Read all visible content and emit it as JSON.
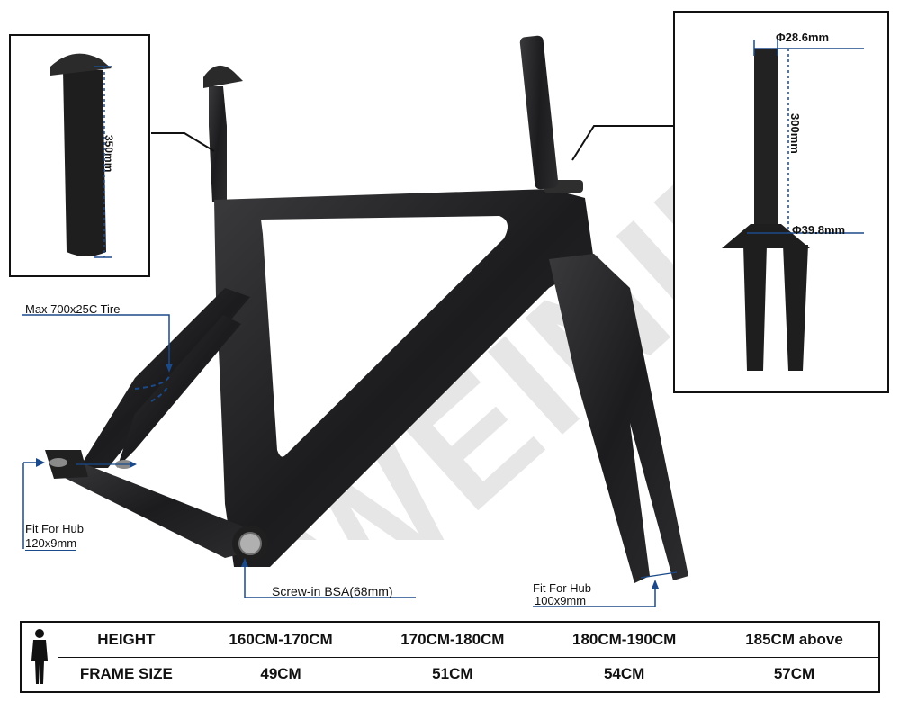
{
  "watermark": "WEINIER",
  "seatpost_inset": {
    "length_label": "350mm"
  },
  "fork_inset": {
    "top_diameter": "Φ28.6mm",
    "steerer_length": "300mm",
    "bottom_diameter": "Φ39.8mm"
  },
  "callouts": {
    "tire": "Max 700x25C Tire",
    "rear_hub_line1": "Fit For Hub",
    "rear_hub_line2": "120x9mm",
    "bb": "Screw-in BSA(68mm)",
    "front_hub_line1": "Fit For Hub",
    "front_hub_line2": "100x9mm"
  },
  "size_table": {
    "height_label": "HEIGHT",
    "frame_label": "FRAME SIZE",
    "heights": [
      "160CM-170CM",
      "170CM-180CM",
      "180CM-190CM",
      "185CM above"
    ],
    "frame_sizes": [
      "49CM",
      "51CM",
      "54CM",
      "57CM"
    ]
  },
  "colors": {
    "frame": "#1c1c1e",
    "accent": "#1b4a8a",
    "watermark": "#e6e6e6"
  }
}
